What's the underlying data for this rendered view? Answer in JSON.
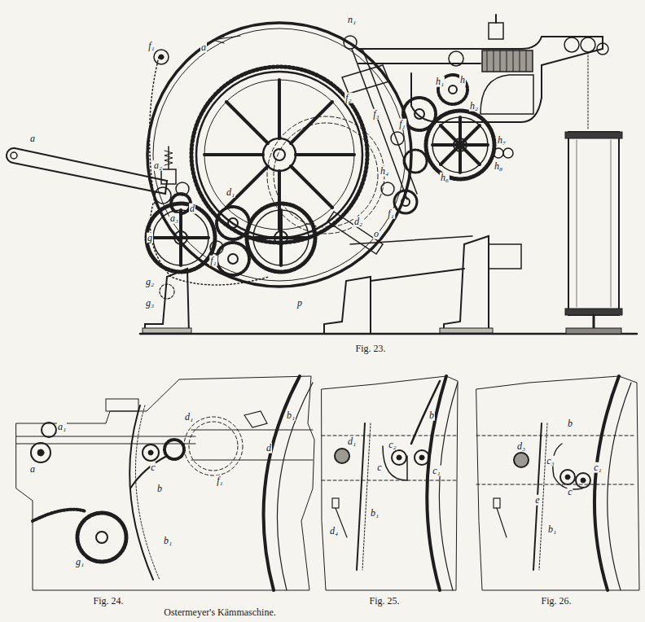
{
  "diagram": {
    "caption": "Ostermeyer's Kämmaschine.",
    "labels": [
      "a",
      "a₂",
      "a₃",
      "a",
      "f₁",
      "n₁",
      "h",
      "h₁",
      "h₂",
      "f₂",
      "f₃",
      "f₁",
      "h₄",
      "f₁",
      "h₆",
      "h₇",
      "h₈",
      "d",
      "d₁",
      "d₂",
      "f₁",
      "o",
      "p",
      "g",
      "g₂",
      "g₃",
      "Fig. 23.",
      "b₁",
      "a",
      "a₁",
      "b",
      "c",
      "d₁",
      "d",
      "f₁",
      "b₁",
      "g₁",
      "Fig. 24.",
      "b",
      "d₁",
      "c₂",
      "c₁",
      "c",
      "b₁",
      "d₄",
      "Fig. 25.",
      "b",
      "c₃",
      "c",
      "c₁",
      "d₃",
      "e",
      "b₁",
      "Fig. 26."
    ]
  }
}
